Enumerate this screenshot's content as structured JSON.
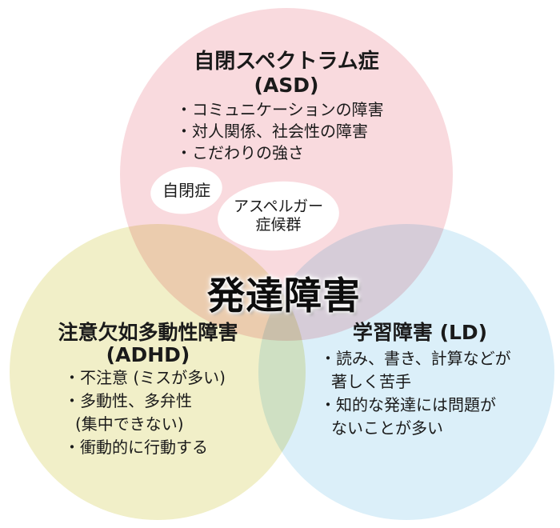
{
  "diagram": {
    "center_title": "発達障害",
    "colors": {
      "asd_circle": "#F9DADE",
      "adhd_circle": "#F1EFC8",
      "ld_circle": "#DBEFF9",
      "sub_ellipse": "#FFFFFF",
      "text": "#1A1A1A"
    }
  },
  "asd": {
    "title": "自閉スペクトラム症",
    "subtitle": "(ASD)",
    "lines": [
      "・コミュニケーションの障害",
      "・対人関係、社会性の障害",
      "・こだわりの強さ"
    ],
    "sub_labels": {
      "autism": "自閉症",
      "asperger_line1": "アスペルガー",
      "asperger_line2": "症候群"
    }
  },
  "adhd": {
    "title": "注意欠如多動性障害",
    "subtitle": "(ADHD)",
    "lines": [
      "・不注意 (ミスが多い)",
      "・多動性、多弁性",
      "(集中できない)",
      "・衝動的に行動する"
    ]
  },
  "ld": {
    "title": "学習障害 (LD)",
    "lines": [
      "・読み、書き、計算などが",
      "著しく苦手",
      "・知的な発達には問題が",
      "ないことが多い"
    ]
  }
}
